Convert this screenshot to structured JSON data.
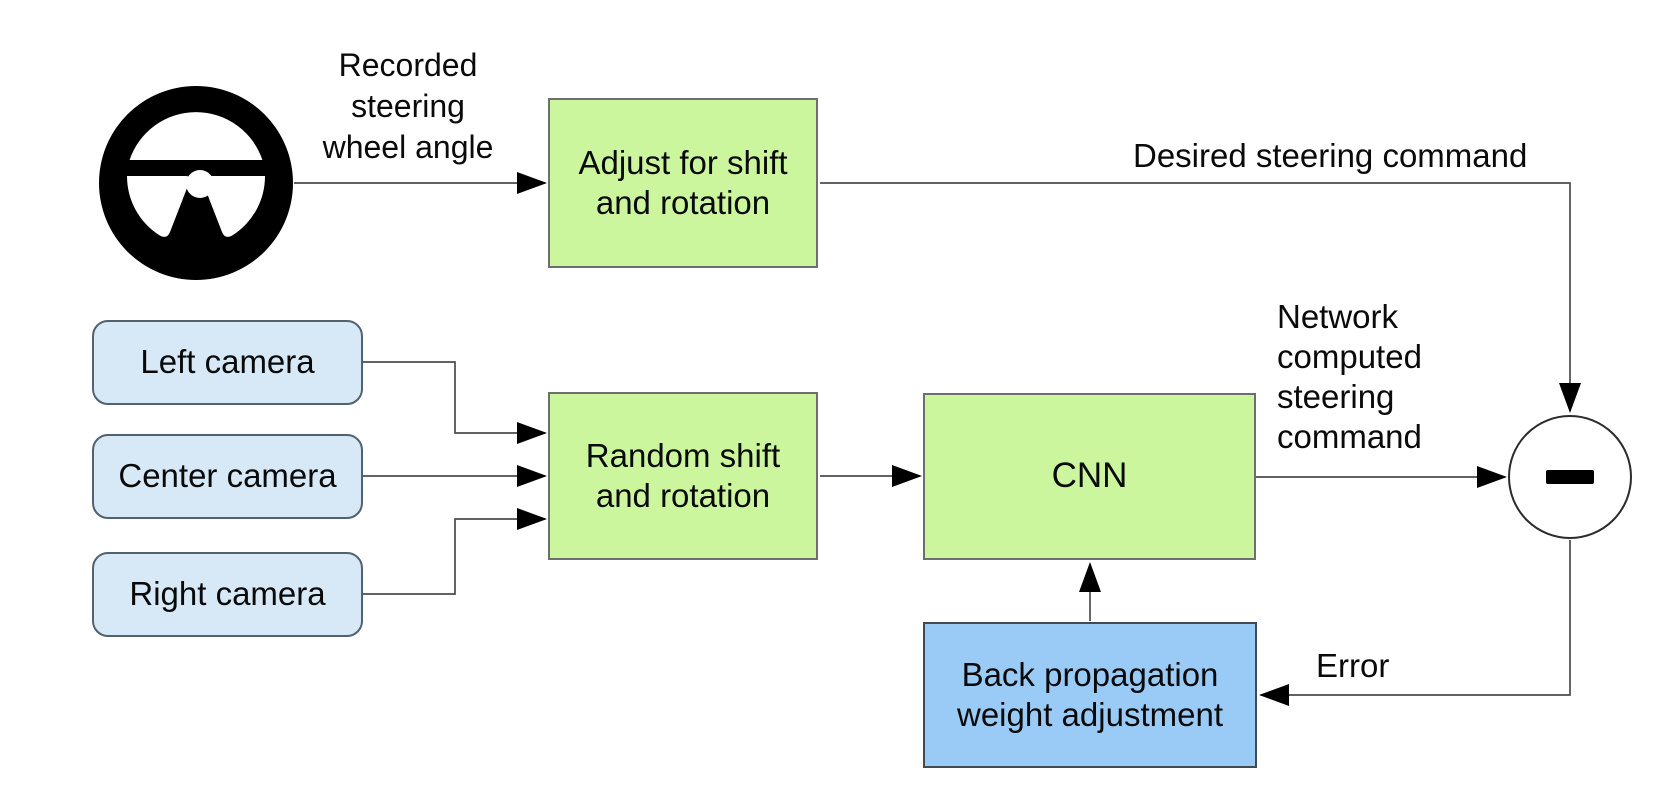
{
  "diagram_type": "flow-diagram",
  "colors": {
    "process_fill": "#ccf69e",
    "process_border": "#6e6e6e",
    "camera_fill": "#d7e9f6",
    "camera_border": "#52616c",
    "backprop_fill": "#9acbf7",
    "backprop_border": "#3f4a55",
    "line_color": "#4c4c4c",
    "arrow_color": "#000000",
    "wheel_color": "#000000"
  },
  "nodes": {
    "adjust": {
      "lines": [
        "Adjust for shift",
        "and rotation"
      ]
    },
    "random": {
      "lines": [
        "Random shift",
        "and rotation"
      ]
    },
    "cnn": {
      "label": "CNN"
    },
    "backprop": {
      "lines": [
        "Back propagation",
        "weight adjustment"
      ]
    },
    "cameras": [
      {
        "label": "Left camera"
      },
      {
        "label": "Center camera"
      },
      {
        "label": "Right camera"
      }
    ],
    "minus": {
      "symbol": "−"
    }
  },
  "labels": {
    "recorded": {
      "lines": [
        "Recorded",
        "steering",
        "wheel angle"
      ]
    },
    "desired": {
      "text": "Desired steering command"
    },
    "network": {
      "lines": [
        "Network",
        "computed",
        "steering",
        "command"
      ]
    },
    "error": {
      "text": "Error"
    }
  },
  "icons": {
    "steering_wheel": "steering-wheel-icon",
    "minus": "minus-icon"
  }
}
